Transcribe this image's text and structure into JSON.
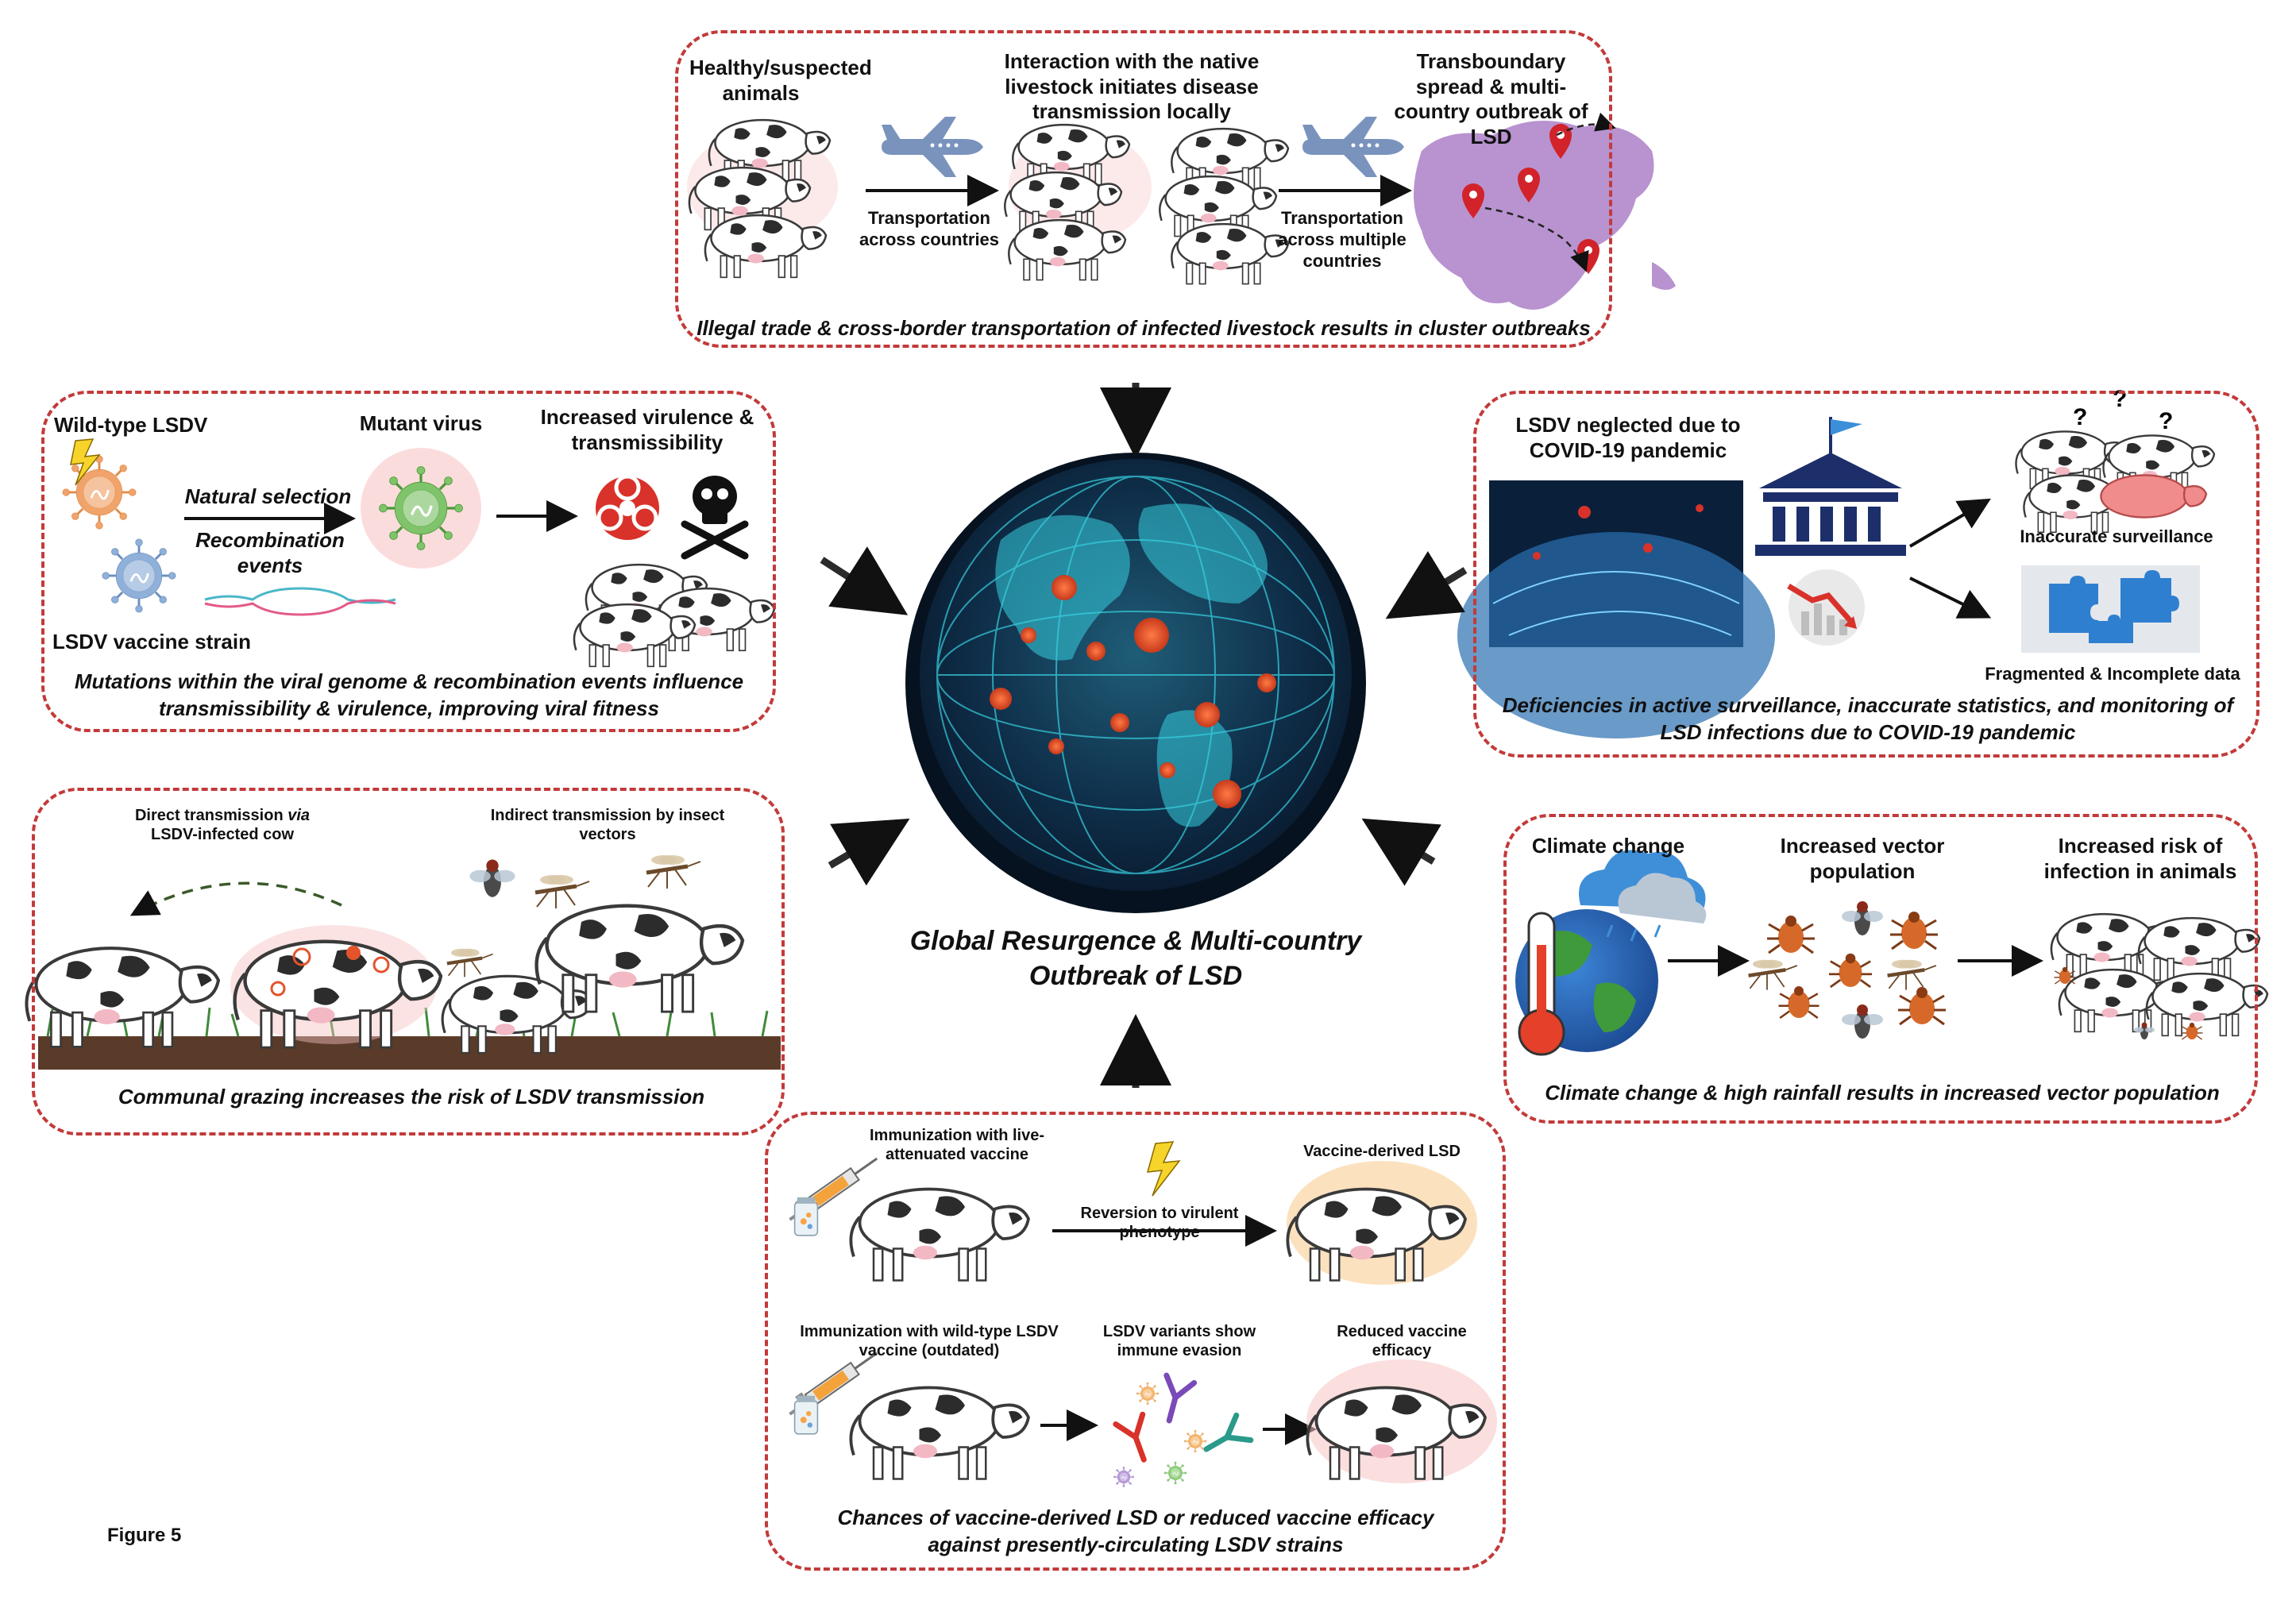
{
  "panels": {
    "top": {
      "label_healthy": "Healthy/suspected animals",
      "label_interaction": "Interaction with the native livestock initiates disease transmission locally",
      "label_transboundary": "Transboundary spread & multi-country outbreak of LSD",
      "label_transport_1": "Transportation across countries",
      "label_transport_2": "Transportation across multiple countries",
      "caption": "Illegal trade & cross-border transportation of infected livestock results in cluster outbreaks"
    },
    "mutation": {
      "label_wildtype": "Wild-type LSDV",
      "label_mutant": "Mutant virus",
      "label_increased": "Increased virulence & transmissibility",
      "label_natural_selection": "Natural selection",
      "label_recombination": "Recombination events",
      "label_vaccine_strain": "LSDV vaccine strain",
      "caption_line1": "Mutations within the viral genome & recombination events influence",
      "caption_line2": "transmissibility & virulence, improving viral fitness"
    },
    "covid": {
      "label_neglected": "LSDV neglected due to COVID-19 pandemic",
      "label_inaccurate": "Inaccurate surveillance",
      "label_fragmented": "Fragmented & Incomplete data",
      "caption_line1": "Deficiencies in active surveillance, inaccurate statistics, and monitoring of",
      "caption_line2": "LSD infections due to COVID-19 pandemic"
    },
    "grazing": {
      "label_direct_pre": "Direct transmission ",
      "label_direct_via": "via",
      "label_direct_post": "LSDV-infected cow",
      "label_indirect": "Indirect transmission by insect vectors",
      "caption": "Communal grazing increases the risk of LSDV transmission"
    },
    "climate": {
      "label_climate": "Climate change",
      "label_vector": "Increased vector population",
      "label_risk": "Increased risk of infection in animals",
      "caption": "Climate change & high rainfall results in increased vector population"
    },
    "vaccine": {
      "label_live": "Immunization with live-attenuated vaccine",
      "label_reversion": "Reversion to virulent phenotype",
      "label_vaccine_derived": "Vaccine-derived LSD",
      "label_wildtype_vac": "Immunization with wild-type LSDV vaccine (outdated)",
      "label_variants": "LSDV variants show immune evasion",
      "label_reduced": "Reduced vaccine efficacy",
      "caption_line1": "Chances of vaccine-derived LSD or reduced vaccine efficacy",
      "caption_line2": "against presently-circulating LSDV strains"
    }
  },
  "center": {
    "title_line1": "Global Resurgence & Multi-country",
    "title_line2": "Outbreak of LSD"
  },
  "figure_label": "Figure 5",
  "colors": {
    "panel_border": "#c33a3a",
    "arrow": "#2b2b2b",
    "globe_bg": "#0b1e33",
    "globe_lines": "#37d0e0",
    "hotspot": "#e4532b",
    "cow_spot": "#2c2c2c",
    "infection_glow": "#f08c8c",
    "vaccine_glow": "#f6a23a",
    "map_purple": "#b893cf",
    "plane": "#7a93bd",
    "pin": "#d2232a",
    "soil": "#5a3b2a",
    "grass": "#3f8a3a"
  },
  "icons": [
    "airplane-icon",
    "map-pin-icon",
    "virus-icon",
    "biohazard-icon",
    "skull-icon",
    "building-icon",
    "flag-icon",
    "chart-down-icon",
    "puzzle-icon",
    "thermometer-icon",
    "cloud-icon",
    "tick-icon",
    "mosquito-icon",
    "fly-icon",
    "syringe-icon",
    "lightning-icon",
    "antibody-icon",
    "question-icon",
    "globe-icon",
    "cow-icon"
  ]
}
